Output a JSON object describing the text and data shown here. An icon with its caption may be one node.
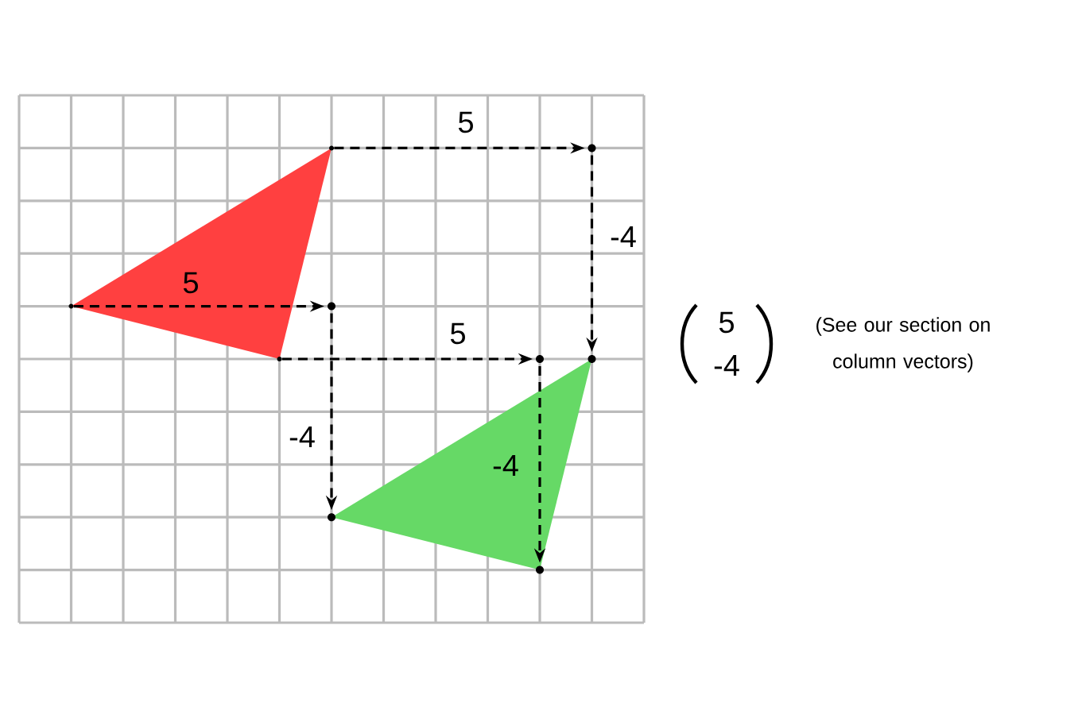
{
  "diagram": {
    "nodes": [
      {
        "text": [],
        "shape": "point"
      },
      {
        "text": [],
        "shape": "point"
      },
      {
        "text": [],
        "shape": "point"
      },
      {
        "text": [],
        "shape": "dot"
      },
      {
        "text": [],
        "shape": "dot"
      },
      {
        "text": [],
        "shape": "dot"
      },
      {
        "text": [],
        "shape": "dot"
      },
      {
        "text": [],
        "shape": "dot"
      },
      {
        "text": [],
        "shape": "dot"
      }
    ],
    "edges": [
      {
        "from": 0,
        "to": 3,
        "arrow": "to",
        "label": "5",
        "style": "dashed"
      },
      {
        "from": 3,
        "to": 6,
        "arrow": "to",
        "label": "-4",
        "style": "dashed"
      },
      {
        "from": 1,
        "to": 4,
        "arrow": "to",
        "label": "5",
        "style": "dashed"
      },
      {
        "from": 4,
        "to": 7,
        "arrow": "to",
        "label": "-4",
        "style": "dashed"
      },
      {
        "from": 2,
        "to": 5,
        "arrow": "to",
        "label": "5",
        "style": "dashed"
      },
      {
        "from": 5,
        "to": 8,
        "arrow": "to",
        "label": "-4",
        "style": "dashed"
      }
    ],
    "labels": [
      "5",
      "-4",
      "(See our section on column vectors)"
    ]
  }
}
